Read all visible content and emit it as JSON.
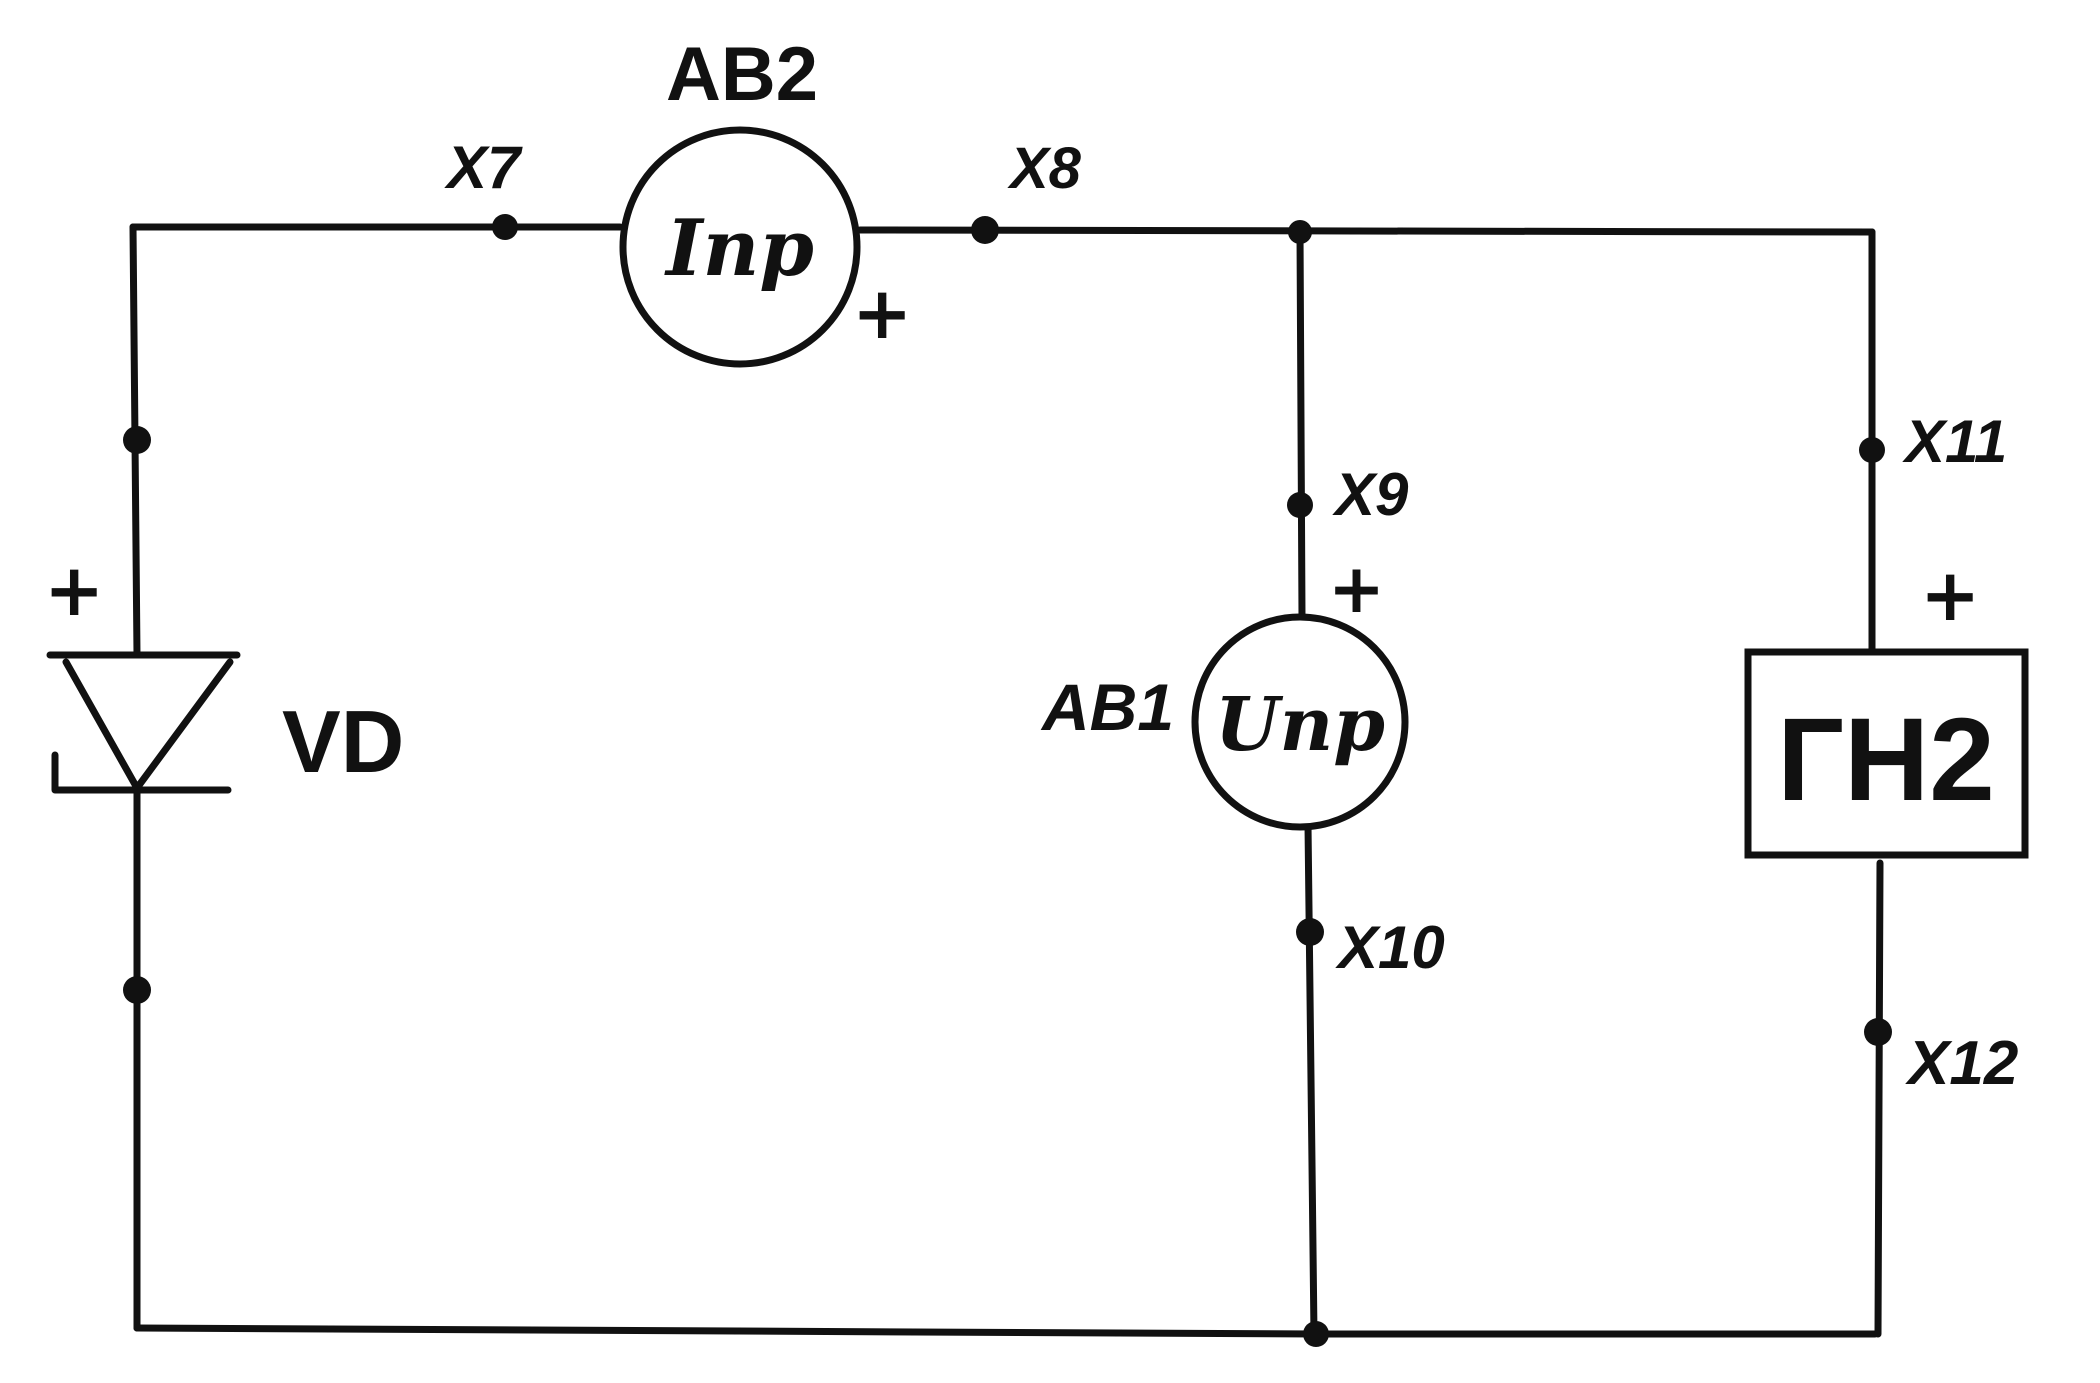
{
  "diagram": {
    "meters": {
      "ab2": {
        "designator": "АВ2",
        "symbol": "Iпр",
        "polarity": "+"
      },
      "ab1": {
        "designator": "АВ1",
        "symbol": "Uпр",
        "polarity": "+"
      }
    },
    "diode": {
      "designator": "VD",
      "polarity": "+"
    },
    "generator": {
      "designator": "ГН2",
      "polarity": "+"
    },
    "terminals": {
      "x7": "X7",
      "x8": "X8",
      "x9": "X9",
      "x10": "X10",
      "x11": "X11",
      "x12": "X12"
    }
  },
  "colors": {
    "ink": "#111111",
    "paper": "#ffffff"
  }
}
